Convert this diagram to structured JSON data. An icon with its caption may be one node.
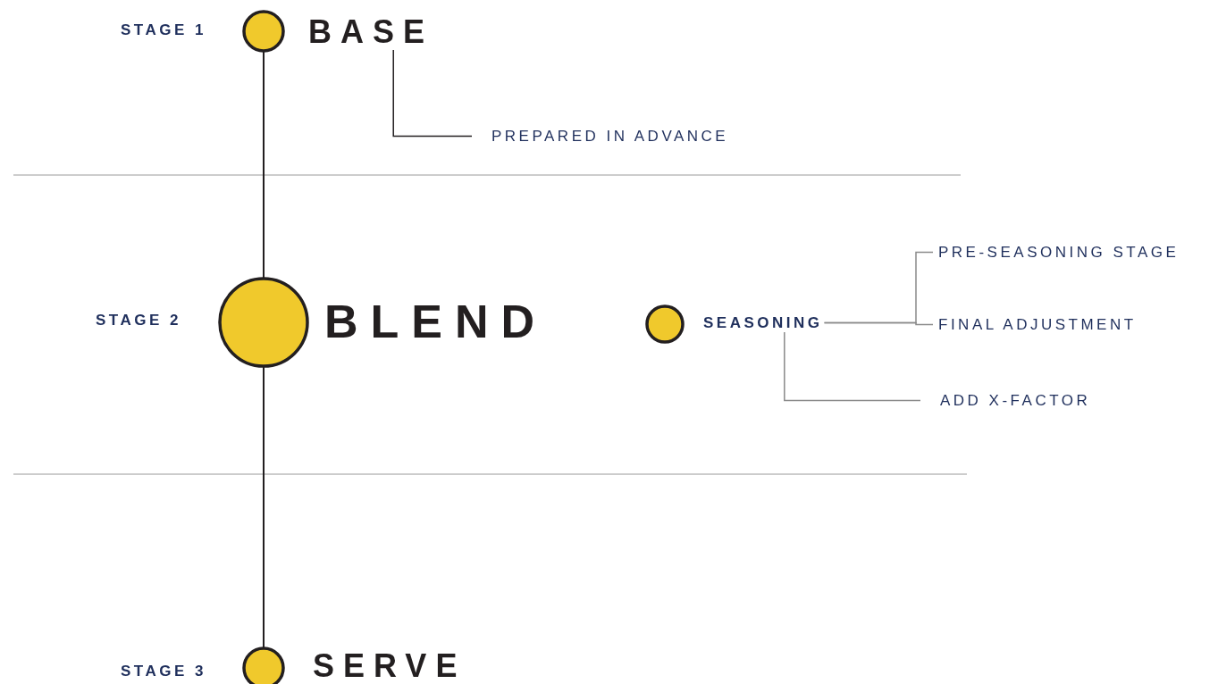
{
  "diagram": {
    "nodes": [
      {
        "text": [],
        "shape": "circle",
        "beside": [
          "STAGE 1"
        ]
      },
      {
        "text": [
          "BASE"
        ]
      },
      {
        "text": [
          "PREPARED IN ADVANCE"
        ]
      },
      {
        "text": [],
        "shape": "circle",
        "beside": [
          "STAGE 2",
          "BLEND"
        ]
      },
      {
        "text": [],
        "shape": "circle"
      },
      {
        "text": [
          "SEASONING"
        ]
      },
      {
        "text": [
          "PRE-SEASONING STAGE"
        ]
      },
      {
        "text": [
          "FINAL ADJUSTMENT"
        ]
      },
      {
        "text": [
          "ADD X-FACTOR"
        ]
      },
      {
        "text": [],
        "shape": "circle",
        "beside": [
          "STAGE 3",
          "SERVE"
        ]
      }
    ],
    "edges": [
      {
        "from": 0,
        "to": 3,
        "arrow": "none"
      },
      {
        "from": 3,
        "to": 9,
        "arrow": "none"
      },
      {
        "from": 1,
        "to": 2,
        "arrow": "none"
      },
      {
        "from": 5,
        "to": 6,
        "arrow": "none",
        "color": "#8a8a8a"
      },
      {
        "from": 5,
        "to": 7,
        "arrow": "none",
        "color": "#8a8a8a"
      },
      {
        "from": 5,
        "to": 8,
        "arrow": "none",
        "color": "#8a8a8a"
      }
    ]
  }
}
